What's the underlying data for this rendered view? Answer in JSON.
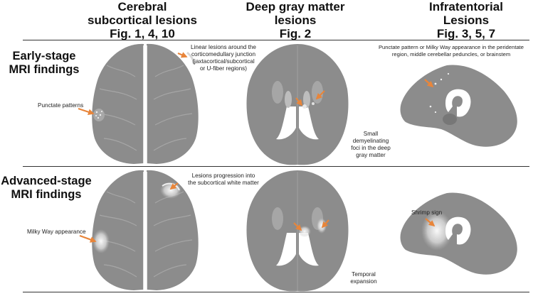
{
  "columns": [
    {
      "line1": "Cerebral",
      "line2": "subcortical lesions",
      "line3": "Fig. 1, 4, 10"
    },
    {
      "line1": "Deep gray matter",
      "line2": "lesions",
      "line3": "Fig. 2"
    },
    {
      "line1": "Infratentorial",
      "line2": "Lesions",
      "line3": "Fig. 3, 5, 7"
    }
  ],
  "rows": [
    {
      "line1": "Early-stage",
      "line2": "MRI findings"
    },
    {
      "line1": "Advanced-stage",
      "line2": "MRI findings"
    }
  ],
  "annotations": {
    "early_cortex_1": "Linear lesions around the",
    "early_cortex_2": "corticomedullary junction",
    "early_cortex_3": "(jaxtacortical/subcortical",
    "early_cortex_4": "or U-fiber regions)",
    "punctate": "Punctate patterns",
    "early_deep_1": "Small",
    "early_deep_2": "demyelinating",
    "early_deep_3": "foci in the deep",
    "early_deep_4": "gray matter",
    "early_infra_1": "Punctate pattern or Milky Way appearance in the peridentate",
    "early_infra_2": "region, middle cerebellar peduncles, or brainstem",
    "adv_cortex_1": "Lesions progression into",
    "adv_cortex_2": "the subcortical white matter",
    "milky_way": "Milky Way appearance",
    "adv_deep_1": "Temporal",
    "adv_deep_2": "expansion",
    "shrimp": "Shrimp sign"
  },
  "colors": {
    "arrow": "#e8853a",
    "brain": "#8c8c8c",
    "dark": "#6e6e6e",
    "light": "#bdbdbd",
    "white": "#ffffff"
  }
}
